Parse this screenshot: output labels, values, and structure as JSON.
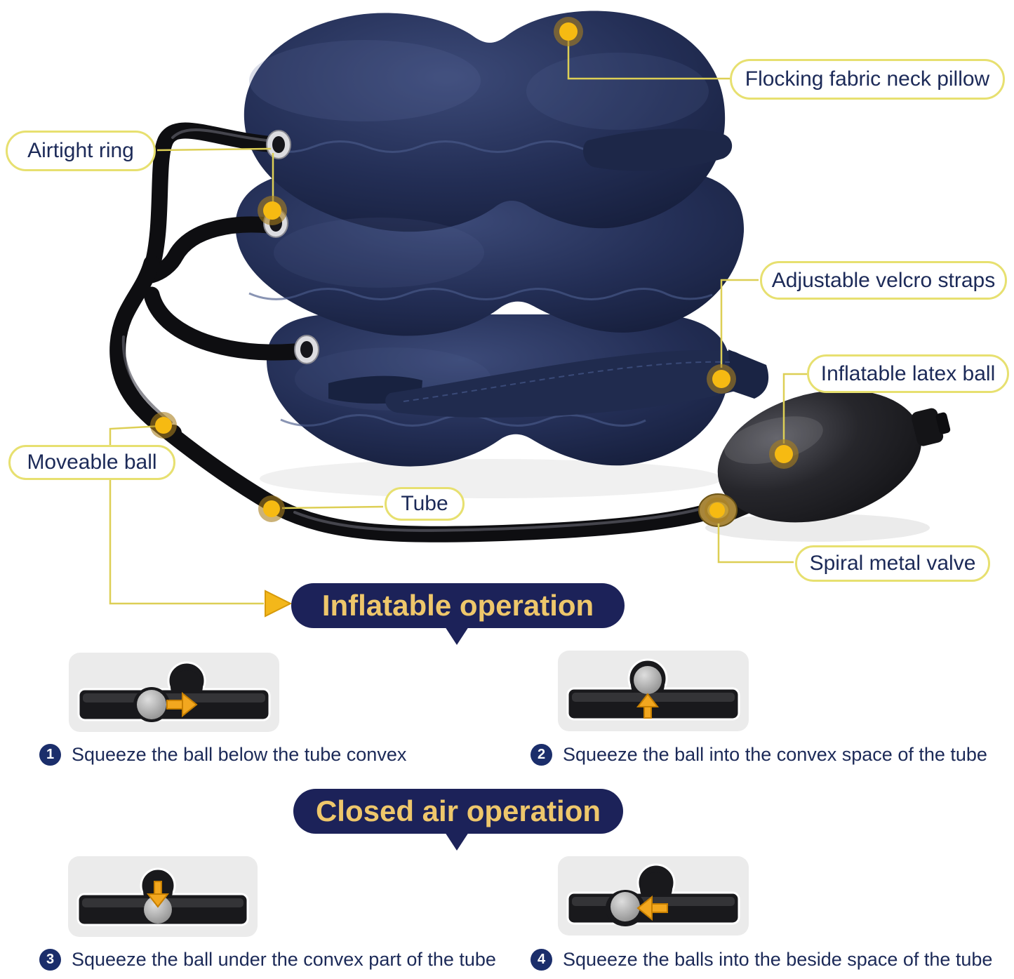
{
  "product": {
    "labels": {
      "flocking": "Flocking fabric neck pillow",
      "airtight": "Airtight ring",
      "velcro": "Adjustable velcro straps",
      "latex": "Inflatable latex ball",
      "moveable": "Moveable ball",
      "tube": "Tube",
      "valve": "Spiral metal valve"
    }
  },
  "sections": {
    "inflatable": {
      "title": "Inflatable operation"
    },
    "closed": {
      "title": "Closed air operation"
    }
  },
  "steps": [
    {
      "num": "1",
      "text": "Squeeze the ball below the tube convex"
    },
    {
      "num": "2",
      "text": "Squeeze the ball into the convex space of the tube"
    },
    {
      "num": "3",
      "text": "Squeeze the ball under the convex part of the tube"
    },
    {
      "num": "4",
      "text": "Squeeze the balls into the beside space of the tube"
    }
  ],
  "colors": {
    "marker_yellow": "#f6ba12",
    "label_border": "#e7e070",
    "label_text": "#1c2a58",
    "badge_bg": "#1c2259",
    "badge_text": "#eec76b",
    "step_text": "#1c2a58"
  }
}
